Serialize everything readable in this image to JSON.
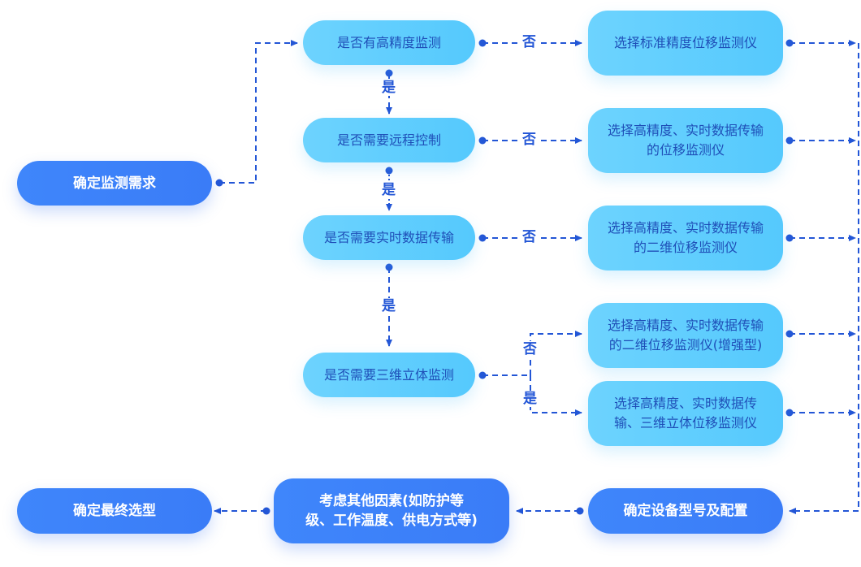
{
  "start": {
    "label": "确定监测需求"
  },
  "questions": [
    {
      "label": "是否有高精度监测"
    },
    {
      "label": "是否需要远程控制"
    },
    {
      "label": "是否需要实时数据传输"
    },
    {
      "label": "是否需要三维立体监测"
    }
  ],
  "results": [
    {
      "lines": [
        "选择标准精度位移监测仪"
      ]
    },
    {
      "lines": [
        "选择高精度、实时数据传输",
        "的位移监测仪"
      ]
    },
    {
      "lines": [
        "选择高精度、实时数据传输",
        "的二维位移监测仪"
      ]
    },
    {
      "lines": [
        "选择高精度、实时数据传输",
        "的二维位移监测仪(增强型)"
      ]
    },
    {
      "lines": [
        "选择高精度、实时数据传",
        "输、三维立体位移监测仪"
      ]
    }
  ],
  "bottom": {
    "config": {
      "label": "确定设备型号及配置"
    },
    "factors": {
      "lines": [
        "考虑其他因素(如防护等",
        "级、工作温度、供电方式等)"
      ]
    },
    "final": {
      "label": "确定最终选型"
    }
  },
  "edge_labels": {
    "yes": "是",
    "no": "否"
  },
  "colors": {
    "line": "#2356d6",
    "dark_node": "#3f86fb",
    "light_node": "#5fcefd",
    "light_text": "#1f4fb8"
  }
}
